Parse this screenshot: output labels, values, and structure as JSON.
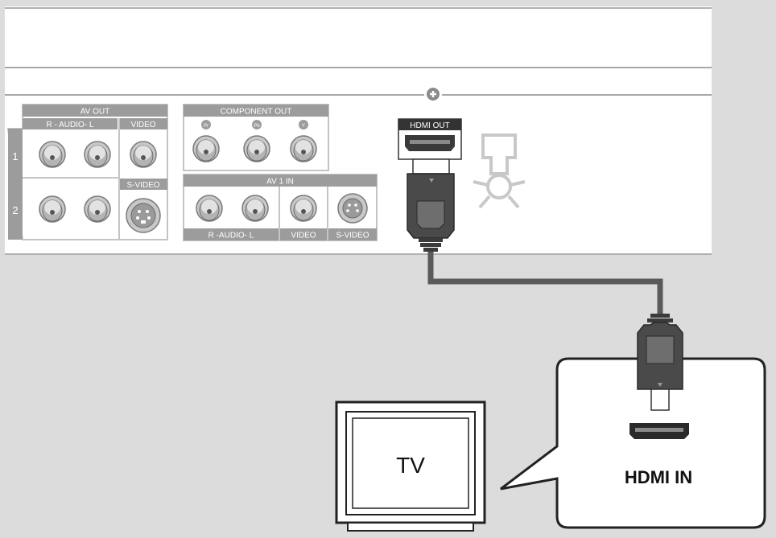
{
  "colors": {
    "page_background": "#dcdcdc",
    "panel": "#ffffff",
    "panel_line": "#a8a8a8",
    "section_gray": "#9c9c9c",
    "jack": "#c8c8c8",
    "connector_dark": "#4a4a4a",
    "cable": "#5a5a5a",
    "callout_border": "#222222"
  },
  "rear_panel": {
    "av_out": {
      "title": "AV OUT",
      "audio_label": "R - AUDIO- L",
      "video_label": "VIDEO",
      "s_video_label": "S-VIDEO",
      "row_labels": [
        "1",
        "2"
      ]
    },
    "component_out": {
      "title": "COMPONENT OUT",
      "jack_labels": [
        "Pr",
        "Pb",
        "Y"
      ]
    },
    "av1_in": {
      "title": "AV 1 IN",
      "audio_label": "R -AUDIO- L",
      "video_label": "VIDEO",
      "s_video_label": "S-VIDEO"
    },
    "hdmi_out_label": "HDMI OUT"
  },
  "tv": {
    "label": "TV"
  },
  "callout": {
    "port_label": "HDMI IN"
  }
}
